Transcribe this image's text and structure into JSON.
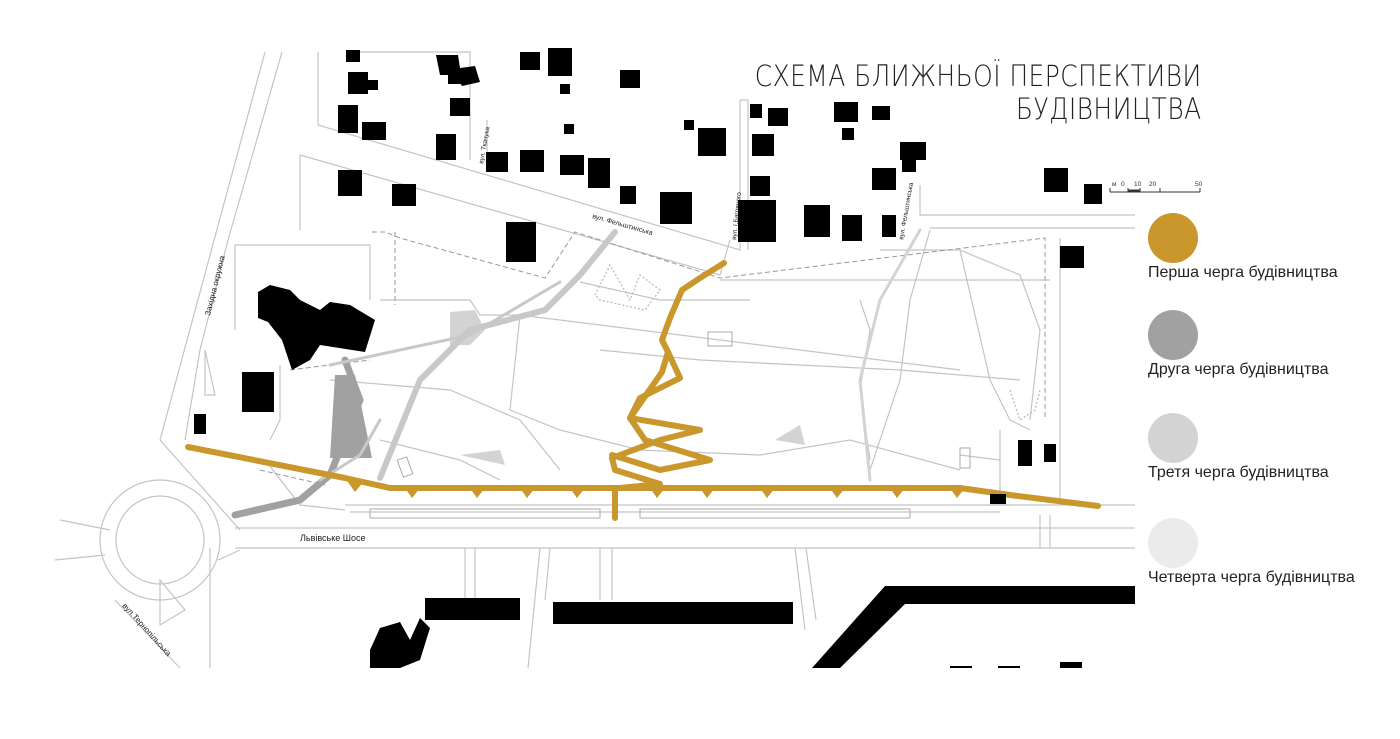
{
  "title": {
    "line1": "СХЕМА БЛИЖНЬОЇ ПЕРСПЕКТИВИ",
    "line2": "БУДІВНИЦТВА"
  },
  "scale_bar": {
    "unit": "м",
    "ticks": [
      "0",
      "10",
      "20",
      "50"
    ]
  },
  "legend": {
    "items": [
      {
        "label": "Перша черга будівництва",
        "color": "#c9972b"
      },
      {
        "label": "Друга черга будівництва",
        "color": "#a1a1a1"
      },
      {
        "label": "Третя черга будівництва",
        "color": "#d3d3d3"
      },
      {
        "label": "Четверта черга будівництва",
        "color": "#ebebeb"
      }
    ]
  },
  "streets": {
    "zakhidna": "Західна окружна",
    "ternopilska": "вул.Тернопільська",
    "lvivske": "Львівське Шосе",
    "felshtynska_1": "вул. Фельштинська",
    "felshtynska_2": "вул. Фельштинська",
    "tkachuka": "вул. Ткачука",
    "bahrianoho": "вул. І.Багряного"
  },
  "colors": {
    "first_stage": "#c9972b",
    "second_stage": "#a1a1a1",
    "third_stage": "#d3d3d3",
    "buildings": "#000000",
    "streets": "#b9b9b9"
  }
}
